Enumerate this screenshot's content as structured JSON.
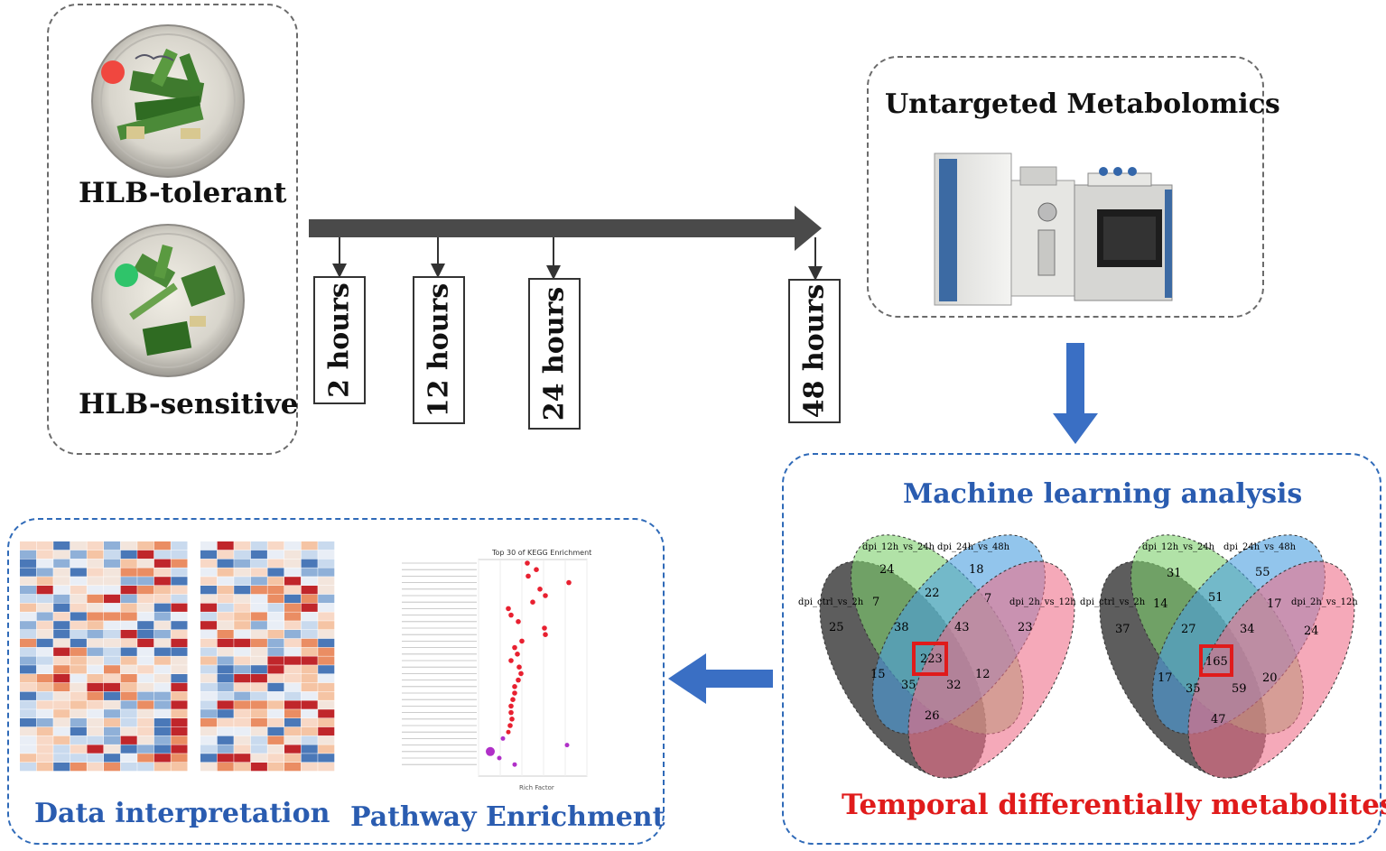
{
  "plants": {
    "tolerant_label": "HLB-tolerant",
    "sensitive_label": "HLB-sensitive",
    "tolerant_dot_color": "#f0473f",
    "sensitive_dot_color": "#2fc46a"
  },
  "timeline": {
    "points": [
      "2 hours",
      "12 hours",
      "24 hours",
      "48 hours"
    ]
  },
  "metabolomics": {
    "title": "Untargeted Metabolomics"
  },
  "machine_learning": {
    "title": "Machine learning analysis",
    "subtitle": "Temporal differentially metabolites",
    "venn_left": {
      "set_labels": [
        "dpi_12h_vs_24h",
        "dpi_24h_vs_48h",
        "dpi_ctrl_vs_2h",
        "dpi_2h_vs_12h"
      ],
      "values": [
        "24",
        "18",
        "7",
        "22",
        "7",
        "25",
        "38",
        "43",
        "23",
        "223",
        "15",
        "35",
        "32",
        "12",
        "26"
      ]
    },
    "venn_right": {
      "set_labels": [
        "dpi_12h_vs_24h",
        "dpi_24h_vs_48h",
        "dpi_ctrl_vs_2h",
        "dpi_2h_vs_12h"
      ],
      "values": [
        "31",
        "55",
        "14",
        "51",
        "17",
        "37",
        "27",
        "34",
        "24",
        "165",
        "17",
        "35",
        "20",
        "59",
        "47"
      ]
    }
  },
  "results": {
    "data_label": "Data interpretation",
    "pathway_label": "Pathway Enrichment",
    "chart_title": "Top 30 of KEGG Enrichment",
    "x_axis_label": "Rich Factor"
  },
  "colors": {
    "arrow_gray": "#4a4a4a",
    "arrow_blue": "#3a6fc4",
    "highlight_red": "#e01b1b"
  }
}
